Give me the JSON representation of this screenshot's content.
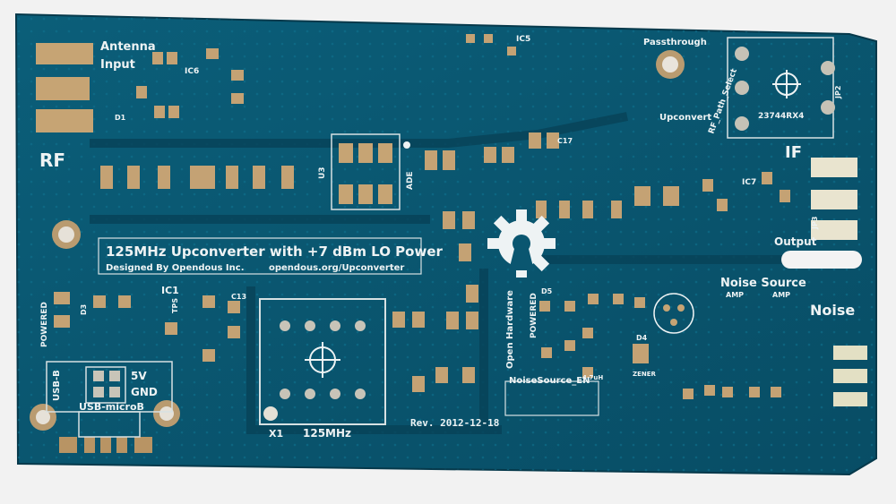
{
  "board": {
    "title": "125MHz Upconverter with +7 dBm LO Power",
    "designed_by": "Designed By Opendous Inc.",
    "url": "opendous.org/Upconverter",
    "revision": "Rev. 2012-12-18",
    "oscillator_label": "125MHz",
    "oscillator_ref": "X1",
    "open_hardware": "Open Hardware",
    "powered": "POWERED",
    "powered2": "POWERED",
    "usb_b": "USB-B",
    "usb_micro": "USB-microB",
    "v5": "5V",
    "gnd": "GND",
    "antenna": "Antenna",
    "input": "Input",
    "rf": "RF",
    "passthrough": "Passthrough",
    "upconvert": "Upconvert",
    "rf_path_select": "RF_Path_Select",
    "relay_part": "23744RX4",
    "if_label": "IF",
    "output": "Output",
    "noise_source": "Noise Source",
    "noise": "Noise",
    "noise_source_en": "NoiseSource_EN",
    "amp1": "AMP",
    "amp2": "AMP",
    "ade": "ADE",
    "u3": "U3",
    "ic1": "IC1",
    "ic5": "IC5",
    "ic6": "IC6",
    "ic7": "IC7",
    "tps": "TPS",
    "d1": "D1",
    "d3": "D3",
    "d4": "D4",
    "d5": "D5",
    "jp2": "JP2",
    "jp3": "JP3",
    "zener": "ZENER",
    "inductor_val": "4.7uH",
    "c13": "C13",
    "c17": "C17"
  },
  "colors": {
    "pcb": "#0a5670",
    "pcb_dark": "#073f54",
    "copper": "#b9976a",
    "silk": "#eef3f4",
    "pad": "#c9a77a"
  }
}
